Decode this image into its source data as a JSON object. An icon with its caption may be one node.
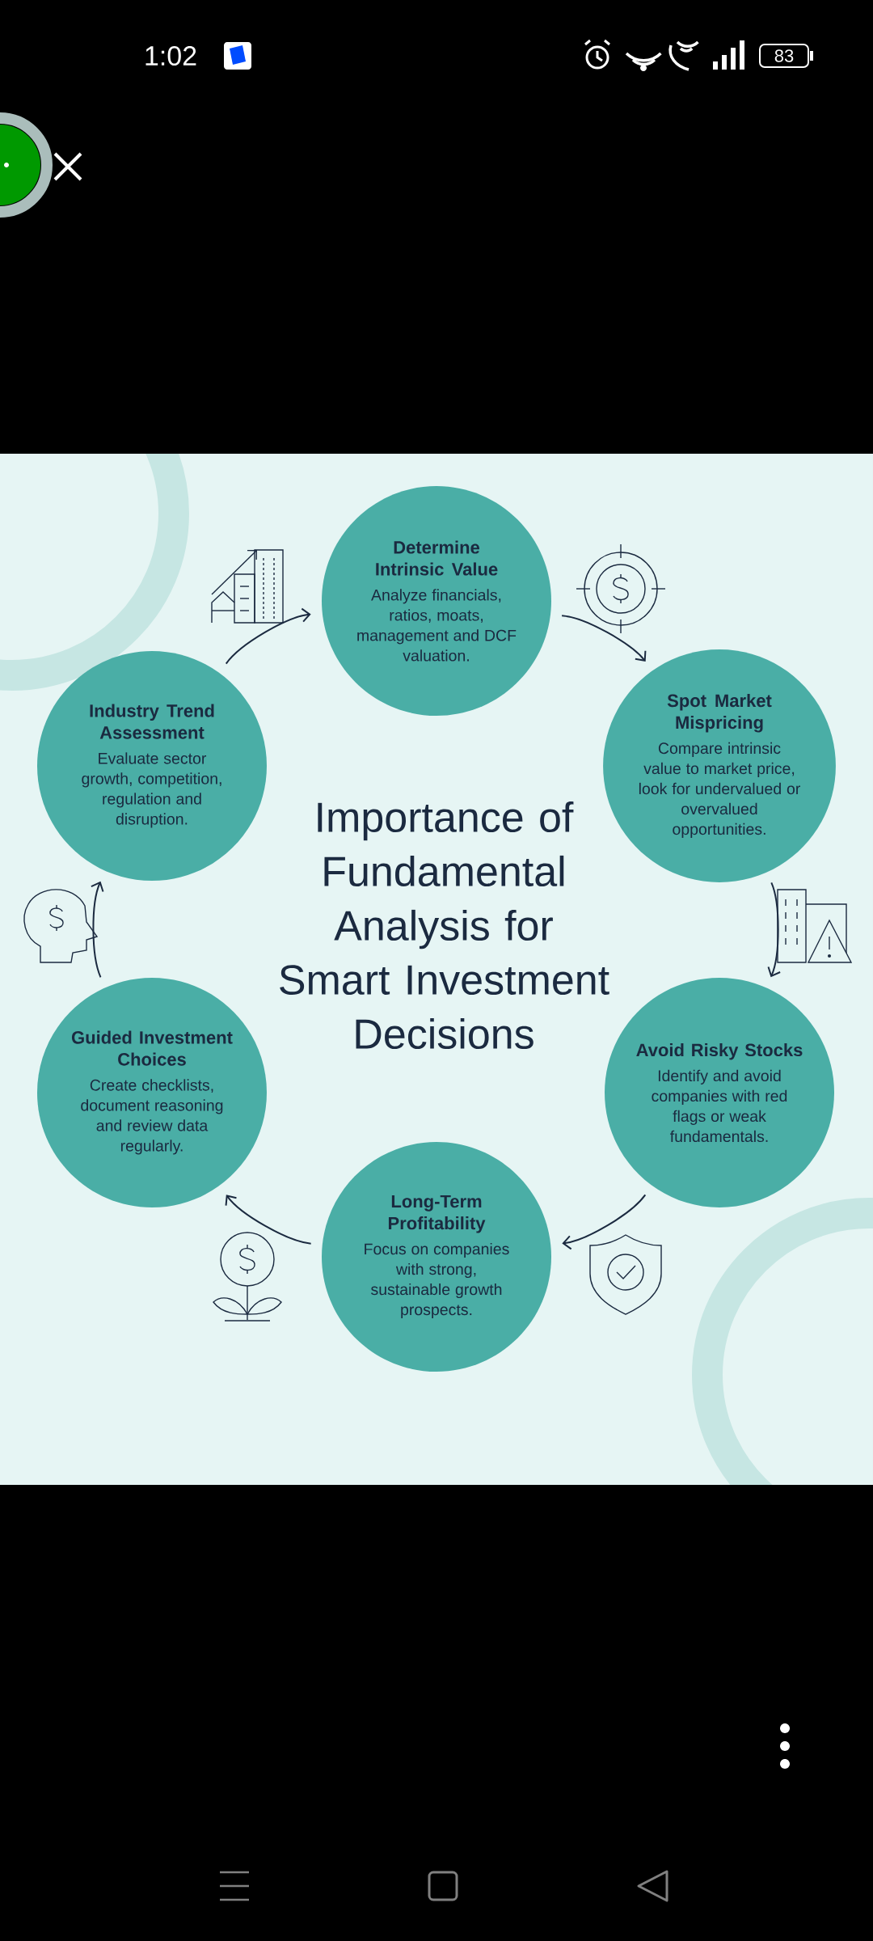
{
  "diagram": {
    "title": "Importance of Fundamental Analysis for Smart Investment Decisions",
    "nodes": [
      {
        "text": [
          "Determine Intrinsic Value",
          "Analyze financials, ratios, moats, management and DCF valuation."
        ]
      },
      {
        "text": [
          "Industry Trend Assessment",
          "Evaluate sector growth, competition, regulation and disruption."
        ]
      },
      {
        "text": [
          "Spot Market Mispricing",
          "Compare intrinsic value to market price, look for undervalued or overvalued opportunities."
        ]
      },
      {
        "text": [
          "Guided Investment Choices",
          "Create checklists, document reasoning and review data regularly."
        ]
      },
      {
        "text": [
          "Avoid Risky Stocks",
          "Identify and avoid companies with red flags or weak fundamentals."
        ]
      },
      {
        "text": [
          "Long-Term Profitability",
          "Focus on companies with strong, sustainable growth prospects."
        ]
      }
    ],
    "edges": [
      {
        "from": 1,
        "to": 0,
        "arrow": "to"
      },
      {
        "from": 0,
        "to": 2,
        "arrow": "to"
      },
      {
        "from": 2,
        "to": 4,
        "arrow": "to"
      },
      {
        "from": 4,
        "to": 5,
        "arrow": "to"
      },
      {
        "from": 5,
        "to": 3,
        "arrow": "to"
      },
      {
        "from": 3,
        "to": 1,
        "arrow": "to"
      }
    ],
    "labels": [
      "1:02",
      "83"
    ]
  }
}
